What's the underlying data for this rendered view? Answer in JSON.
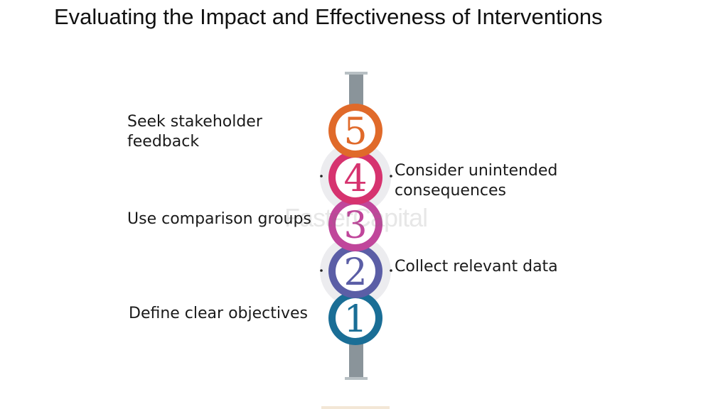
{
  "title": "Evaluating the Impact and Effectiveness of Interventions",
  "watermark": "FasterCapital",
  "steps": [
    {
      "number": "1",
      "label": "Define clear objectives",
      "color": "#1a6e96"
    },
    {
      "number": "2",
      "label": "Collect relevant data",
      "color": "#5b5ea6"
    },
    {
      "number": "3",
      "label": "Use comparison groups",
      "color": "#c0469b"
    },
    {
      "number": "4",
      "label": "Consider unintended consequences",
      "color": "#d6336f"
    },
    {
      "number": "5",
      "label": "Seek stakeholder feedback",
      "color": "#e06a2a"
    }
  ],
  "colors": {
    "spine": "#8a949a",
    "ring_white": "#ffffff",
    "halo": "#e9e9ec"
  }
}
